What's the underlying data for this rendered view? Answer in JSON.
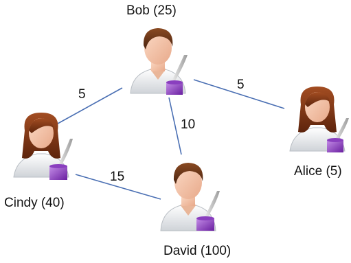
{
  "diagram": {
    "type": "weighted-graph",
    "edge_color": "#4a6fb3",
    "nodes": [
      {
        "id": "bob",
        "label": "Bob (25)",
        "icon": "writer-male-icon"
      },
      {
        "id": "alice",
        "label": "Alice (5)",
        "icon": "writer-female-icon"
      },
      {
        "id": "cindy",
        "label": "Cindy (40)",
        "icon": "writer-female-icon"
      },
      {
        "id": "david",
        "label": "David (100)",
        "icon": "writer-male-icon"
      }
    ],
    "edges": [
      {
        "from": "bob",
        "to": "cindy",
        "weight": "5"
      },
      {
        "from": "bob",
        "to": "alice",
        "weight": "5"
      },
      {
        "from": "bob",
        "to": "david",
        "weight": "10"
      },
      {
        "from": "cindy",
        "to": "david",
        "weight": "15"
      }
    ]
  }
}
